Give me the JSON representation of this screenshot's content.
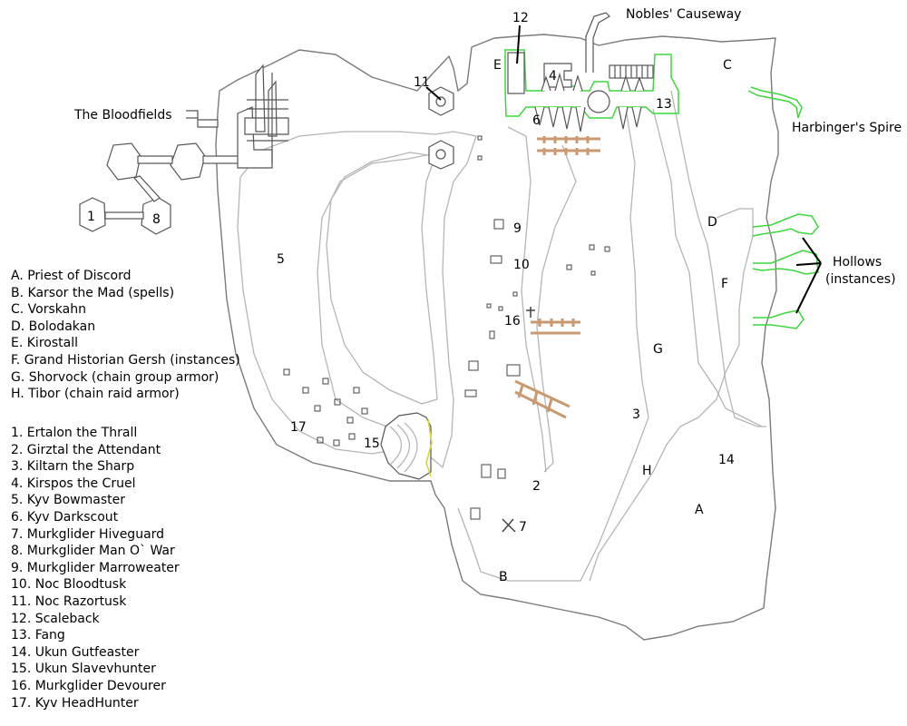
{
  "map": {
    "places": {
      "bloodfields": "The Bloodfields",
      "nobles_causeway": "Nobles' Causeway",
      "harbingers_spire": "Harbinger's Spire",
      "hollows_line1": "Hollows",
      "hollows_line2": "(instances)"
    },
    "markers": {
      "n1": "1",
      "n2": "2",
      "n3": "3",
      "n4": "4",
      "n5": "5",
      "n6": "6",
      "n7": "7",
      "n8": "8",
      "n9": "9",
      "n10": "10",
      "n11": "11",
      "n12": "12",
      "n13": "13",
      "n14": "14",
      "n15": "15",
      "n16": "16",
      "n17": "17",
      "A": "A",
      "B": "B",
      "C": "C",
      "D": "D",
      "E": "E",
      "F": "F",
      "G": "G",
      "H": "H"
    }
  },
  "legend": {
    "letters": [
      "A. Priest of Discord",
      "B. Karsor the Mad (spells)",
      "C. Vorskahn",
      "D. Bolodakan",
      "E. Kirostall",
      "F. Grand Historian Gersh (instances)",
      "G. Shorvock (chain group armor)",
      "H. Tibor (chain raid armor)"
    ],
    "numbers": [
      "1. Ertalon the Thrall",
      "2. Girztal the Attendant",
      "3. Kiltarn the Sharp",
      "4. Kirspos the Cruel",
      "5. Kyv Bowmaster",
      "6. Kyv Darkscout",
      "7. Murkglider Hiveguard",
      "8. Murkglider Man O` War",
      "9. Murkglider Marroweater",
      "10. Noc Bloodtusk",
      "11. Noc Razortusk",
      "12. Scaleback",
      "13. Fang",
      "14. Ukun Gutfeaster",
      "15. Ukun Slavevhunter",
      "16. Murkglider Devourer",
      "17. Kyv HeadHunter"
    ]
  }
}
